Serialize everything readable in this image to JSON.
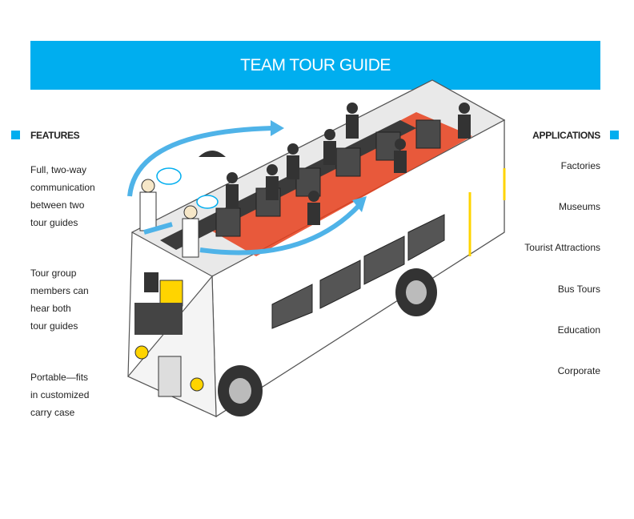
{
  "header": {
    "title": "TEAM TOUR GUIDE"
  },
  "features": {
    "heading": "FEATURES",
    "items": [
      {
        "lines": [
          "Full, two-way",
          "communication",
          "between two",
          "tour guides"
        ]
      },
      {
        "lines": [
          "Tour group",
          "members can",
          "hear both",
          "tour guides"
        ]
      },
      {
        "lines": [
          "Portable—fits",
          "in customized",
          "carry case"
        ]
      }
    ]
  },
  "applications": {
    "heading": "APPLICATIONS",
    "items": [
      "Factories",
      "Museums",
      "Tourist Attractions",
      "Bus Tours",
      "Education",
      "Corporate"
    ]
  },
  "colors": {
    "accent": "#00aeef",
    "bus_red": "#e8401c",
    "seat_dark": "#444444"
  }
}
